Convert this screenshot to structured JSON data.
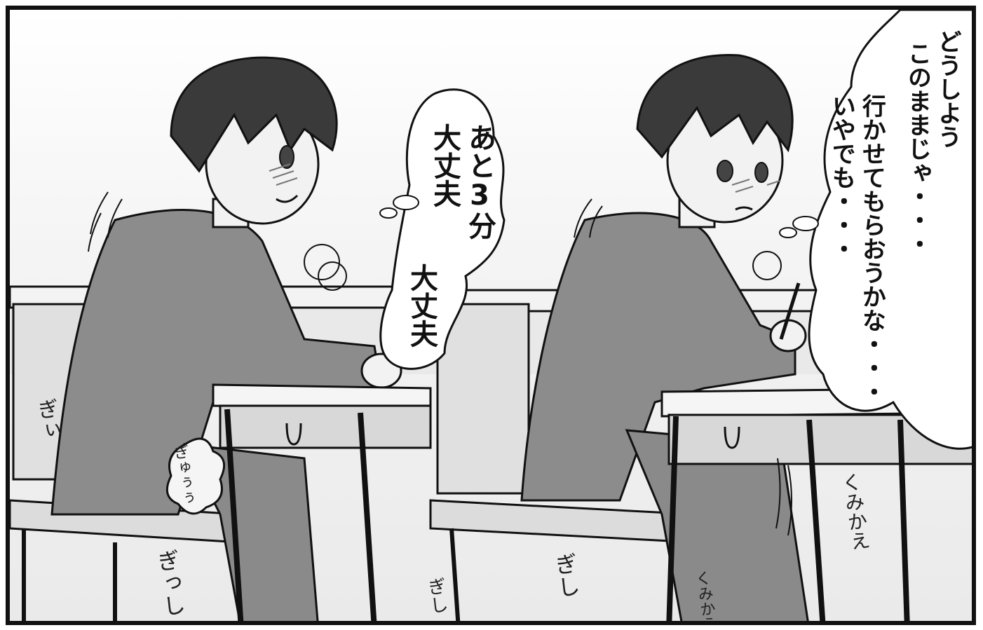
{
  "panel": {
    "bubbles": {
      "left_thought": {
        "line1": "あと3分",
        "line2": "大丈夫",
        "line3": "大丈夫"
      },
      "right_thought": {
        "line1": "どうしよう",
        "line2": "このままじゃ・・・",
        "line3": "行かせてもらおうかな・・・",
        "line4": "いやでも・・・"
      }
    },
    "sound_effects": {
      "gii_left": "ぎぃ",
      "gyuuu": "ぎゅぅぅ",
      "gishi_left": "ぎっし",
      "gishi_middle": "ぎし",
      "gishi_right": "ぎし",
      "kumikae_right": "くみかえ",
      "kumikae_bottom": "くみかえ"
    }
  },
  "colors": {
    "ink": "#111111",
    "uniform": "#8c8c8c",
    "hair": "#3a3a3a",
    "skin": "#f2f2f2",
    "desk": "#d8d8d8"
  }
}
